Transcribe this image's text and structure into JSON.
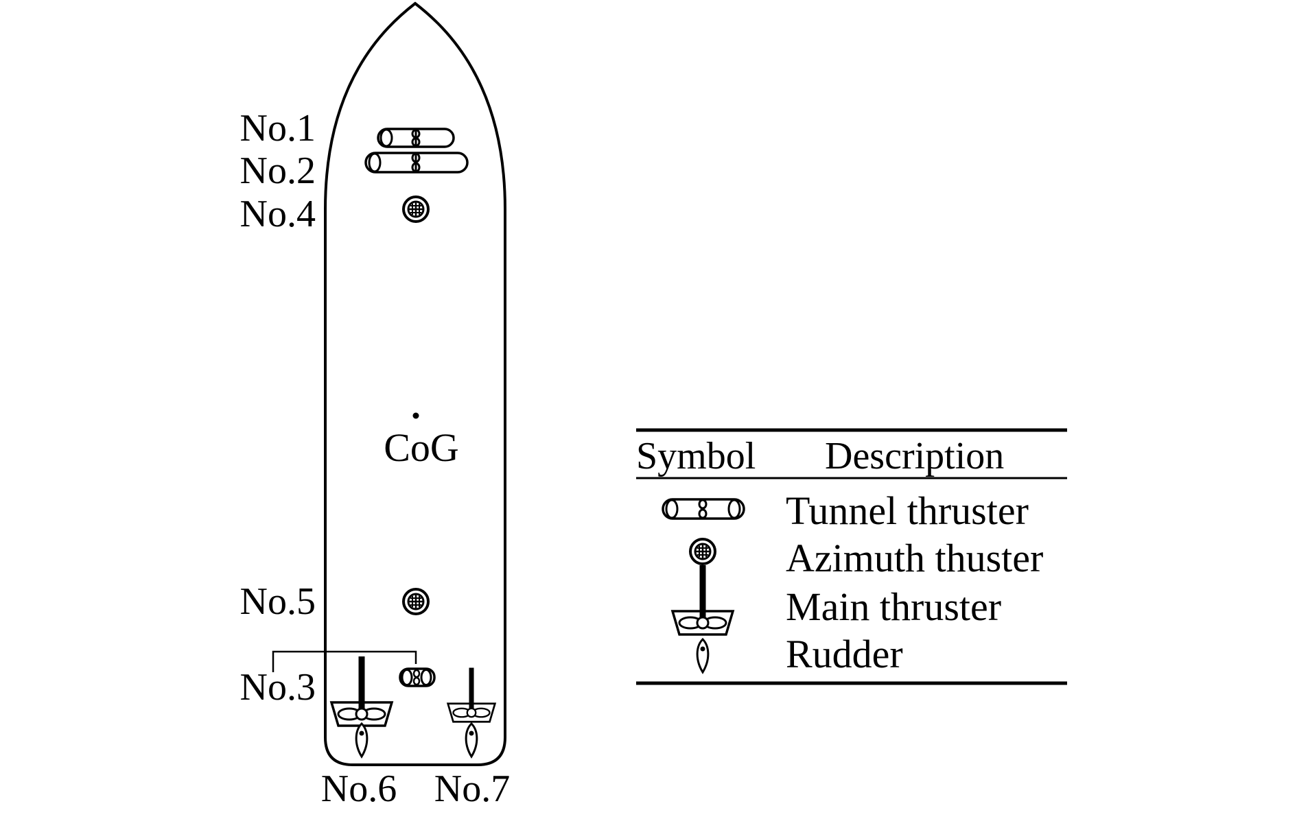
{
  "diagram": {
    "cog_label": "CoG",
    "thrusters": {
      "no1": "No.1",
      "no2": "No.2",
      "no3": "No.3",
      "no4": "No.4",
      "no5": "No.5",
      "no6": "No.6",
      "no7": "No.7"
    }
  },
  "legend": {
    "header_symbol": "Symbol",
    "header_description": "Description",
    "items": [
      {
        "icon": "tunnel-thruster-icon",
        "label": "Tunnel thruster"
      },
      {
        "icon": "azimuth-thruster-icon",
        "label": "Azimuth thuster"
      },
      {
        "icon": "main-thruster-icon",
        "label": "Main thruster"
      },
      {
        "icon": "rudder-icon",
        "label": "Rudder"
      }
    ]
  },
  "colors": {
    "ink": "#000000",
    "background": "#ffffff"
  }
}
